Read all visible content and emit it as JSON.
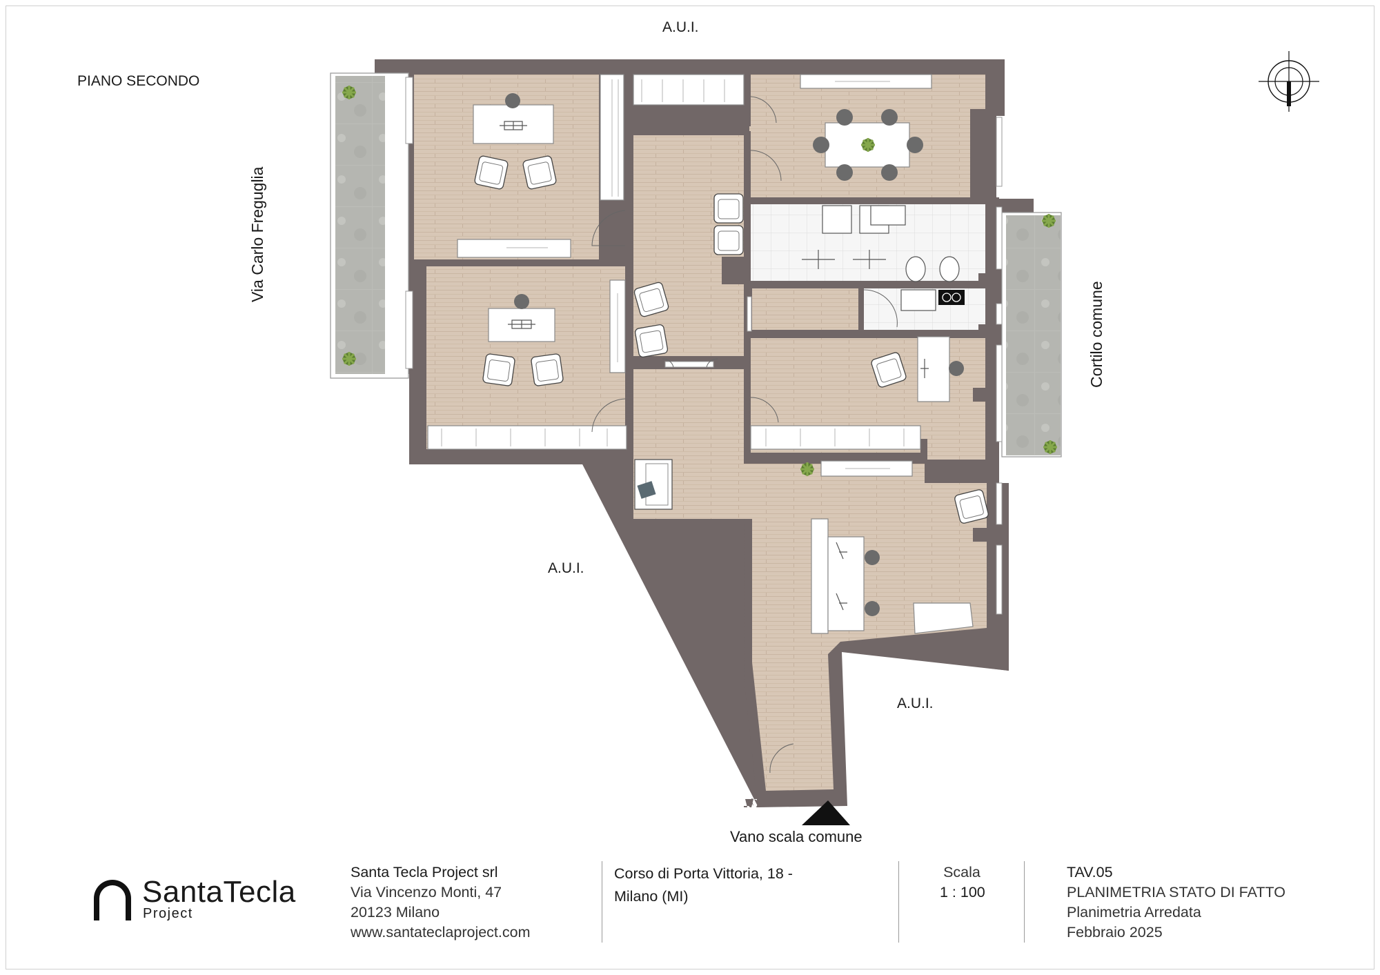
{
  "labels": {
    "floor": "PIANO SECONDO",
    "aui_top": "A.U.I.",
    "aui_left": "A.U.I.",
    "aui_bottom": "A.U.I.",
    "street": "Via Carlo Freguglia",
    "courtyard": "Cortilo comune",
    "stair": "Vano scala comune"
  },
  "company": {
    "logo_name": "SantaTecla",
    "logo_sub": "Project",
    "name": "Santa Tecla Project srl",
    "street": "Via Vincenzo Monti, 47",
    "city": "20123 Milano",
    "website": "www.santateclaproject.com"
  },
  "address": {
    "line1": "Corso di Porta Vittoria, 18 -",
    "line2": "Milano (MI)"
  },
  "scale": {
    "label": "Scala",
    "value": "1 : 100"
  },
  "drawing": {
    "number": "TAV.05",
    "title": "PLANIMETRIA STATO DI FATTO",
    "subtitle": "Planimetria Arredata",
    "date": "Febbraio 2025"
  },
  "colors": {
    "wall": "#716767",
    "floor": "#d9c8b7",
    "terrace": "#b9bab5",
    "tile": "#f4f4f4",
    "furniture": "#ffffff",
    "chair": "#6b6b6b",
    "plant": "#6d8f3d"
  },
  "icons": [
    "north-arrow-icon",
    "entrance-arrow-icon",
    "plant-icon",
    "logo-arch-icon"
  ]
}
